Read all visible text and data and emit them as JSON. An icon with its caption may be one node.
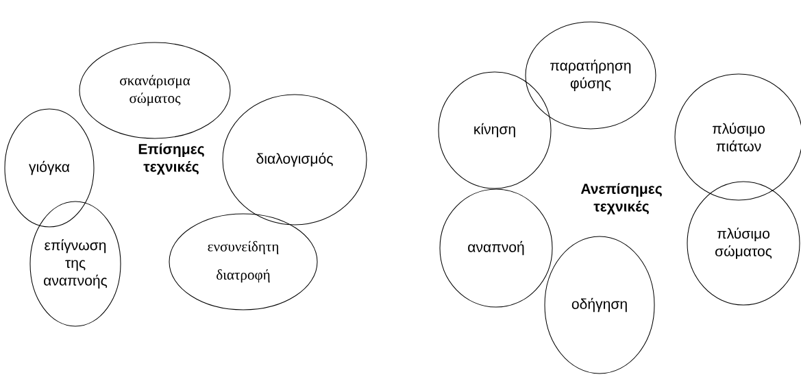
{
  "diagram": {
    "nodes": [
      {
        "text": [
          "σκανάρισμα σώματος"
        ]
      },
      {
        "text": [
          "γιόγκα"
        ]
      },
      {
        "text": [
          "Επίσημες τεχνικές"
        ]
      },
      {
        "text": [
          "διαλογισμός"
        ]
      },
      {
        "text": [
          "επίγνωση της αναπνοής"
        ]
      },
      {
        "text": [
          "ενσυνείδητη διατροφή"
        ]
      },
      {
        "text": [
          "παρατήρηση φύσης"
        ]
      },
      {
        "text": [
          "κίνηση"
        ]
      },
      {
        "text": [
          "πλύσιμο πιάτων"
        ]
      },
      {
        "text": [
          "Ανεπίσημες τεχνικές"
        ]
      },
      {
        "text": [
          "αναπνοή"
        ]
      },
      {
        "text": [
          "πλύσιμο σώματος"
        ]
      },
      {
        "text": [
          "οδήγηση"
        ]
      }
    ],
    "edges": []
  }
}
